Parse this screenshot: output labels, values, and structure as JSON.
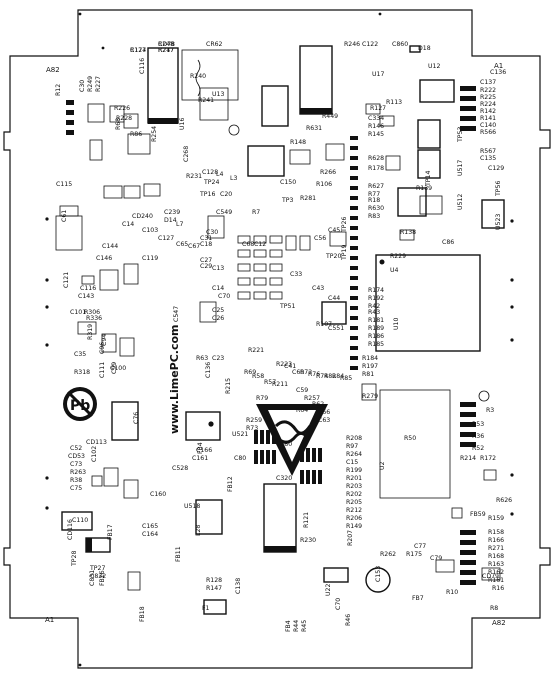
{
  "board": {
    "corner_labels": {
      "top_left": "A82",
      "top_right": "A1",
      "bottom_left": "A1",
      "bottom_right": "A82"
    },
    "url": "www.LimePC.com",
    "logo_text": "Pb"
  },
  "components": [
    {
      "ref": "C124",
      "kind": "label"
    },
    {
      "ref": "R248",
      "kind": "label"
    },
    {
      "ref": "R247",
      "kind": "label"
    },
    {
      "ref": "CR62",
      "kind": "label"
    },
    {
      "ref": "C116",
      "kind": "label"
    },
    {
      "ref": "R246",
      "kind": "label"
    },
    {
      "ref": "C122",
      "kind": "label"
    },
    {
      "ref": "C860",
      "kind": "label"
    },
    {
      "ref": "D18",
      "kind": "label"
    },
    {
      "ref": "U17",
      "kind": "label"
    },
    {
      "ref": "U12",
      "kind": "label"
    },
    {
      "ref": "C136",
      "kind": "label"
    },
    {
      "ref": "C137",
      "kind": "label"
    },
    {
      "ref": "R222",
      "kind": "label"
    },
    {
      "ref": "R225",
      "kind": "label"
    },
    {
      "ref": "R224",
      "kind": "label"
    },
    {
      "ref": "R142",
      "kind": "label"
    },
    {
      "ref": "R141",
      "kind": "label"
    },
    {
      "ref": "C140",
      "kind": "label"
    },
    {
      "ref": "R566",
      "kind": "label"
    },
    {
      "ref": "C129",
      "kind": "label"
    },
    {
      "ref": "C135",
      "kind": "label"
    },
    {
      "ref": "R567",
      "kind": "label"
    },
    {
      "ref": "TP56",
      "kind": "label"
    },
    {
      "ref": "U523",
      "kind": "label"
    },
    {
      "ref": "TP53",
      "kind": "label"
    },
    {
      "ref": "U517",
      "kind": "label"
    },
    {
      "ref": "U512",
      "kind": "label"
    },
    {
      "ref": "TP14",
      "kind": "label"
    },
    {
      "ref": "R139",
      "kind": "label"
    },
    {
      "ref": "R138",
      "kind": "label"
    },
    {
      "ref": "C86",
      "kind": "label"
    },
    {
      "ref": "U4",
      "kind": "label"
    },
    {
      "ref": "U10",
      "kind": "label"
    },
    {
      "ref": "R3",
      "kind": "label"
    },
    {
      "ref": "R53",
      "kind": "label"
    },
    {
      "ref": "R36",
      "kind": "label"
    },
    {
      "ref": "R52",
      "kind": "label"
    },
    {
      "ref": "R214",
      "kind": "label"
    },
    {
      "ref": "R172",
      "kind": "label"
    },
    {
      "ref": "R626",
      "kind": "label"
    },
    {
      "ref": "FB59",
      "kind": "label"
    },
    {
      "ref": "R159",
      "kind": "label"
    },
    {
      "ref": "R158",
      "kind": "label"
    },
    {
      "ref": "R166",
      "kind": "label"
    },
    {
      "ref": "R271",
      "kind": "label"
    },
    {
      "ref": "R168",
      "kind": "label"
    },
    {
      "ref": "R163",
      "kind": "label"
    },
    {
      "ref": "R162",
      "kind": "label"
    },
    {
      "ref": "R161",
      "kind": "label"
    },
    {
      "ref": "R16",
      "kind": "label"
    },
    {
      "ref": "R8",
      "kind": "label"
    },
    {
      "ref": "C153",
      "kind": "label"
    },
    {
      "ref": "FB7",
      "kind": "label"
    },
    {
      "ref": "R10",
      "kind": "label"
    },
    {
      "ref": "CD79",
      "kind": "label"
    },
    {
      "ref": "R262",
      "kind": "label"
    },
    {
      "ref": "C79",
      "kind": "label"
    },
    {
      "ref": "R50",
      "kind": "label"
    },
    {
      "ref": "U2",
      "kind": "label"
    },
    {
      "ref": "R208",
      "kind": "label"
    },
    {
      "ref": "R97",
      "kind": "label"
    },
    {
      "ref": "R264",
      "kind": "label"
    },
    {
      "ref": "C15",
      "kind": "label"
    },
    {
      "ref": "R199",
      "kind": "label"
    },
    {
      "ref": "R201",
      "kind": "label"
    },
    {
      "ref": "R203",
      "kind": "label"
    },
    {
      "ref": "R202",
      "kind": "label"
    },
    {
      "ref": "R205",
      "kind": "label"
    },
    {
      "ref": "R212",
      "kind": "label"
    },
    {
      "ref": "R206",
      "kind": "label"
    },
    {
      "ref": "R149",
      "kind": "label"
    },
    {
      "ref": "R207",
      "kind": "label"
    },
    {
      "ref": "R121",
      "kind": "label"
    },
    {
      "ref": "R230",
      "kind": "label"
    },
    {
      "ref": "C320",
      "kind": "label"
    },
    {
      "ref": "C80",
      "kind": "label"
    },
    {
      "ref": "FB12",
      "kind": "label"
    },
    {
      "ref": "U518",
      "kind": "label"
    },
    {
      "ref": "C528",
      "kind": "label"
    },
    {
      "ref": "C161",
      "kind": "label"
    },
    {
      "ref": "C166",
      "kind": "label"
    },
    {
      "ref": "C160",
      "kind": "label"
    },
    {
      "ref": "C165",
      "kind": "label"
    },
    {
      "ref": "C164",
      "kind": "label"
    },
    {
      "ref": "L28",
      "kind": "label"
    },
    {
      "ref": "FB11",
      "kind": "label"
    },
    {
      "ref": "R128",
      "kind": "label"
    },
    {
      "ref": "R147",
      "kind": "label"
    },
    {
      "ref": "F1",
      "kind": "label"
    },
    {
      "ref": "FB18",
      "kind": "label"
    },
    {
      "ref": "C138",
      "kind": "label"
    },
    {
      "ref": "U22",
      "kind": "label"
    },
    {
      "ref": "C70",
      "kind": "label"
    },
    {
      "ref": "FB4",
      "kind": "label"
    },
    {
      "ref": "R44",
      "kind": "label"
    },
    {
      "ref": "R45",
      "kind": "label"
    },
    {
      "ref": "R46",
      "kind": "label"
    },
    {
      "ref": "C110",
      "kind": "label"
    },
    {
      "ref": "CD116",
      "kind": "label"
    },
    {
      "ref": "TP28",
      "kind": "label"
    },
    {
      "ref": "TP27",
      "kind": "label"
    },
    {
      "ref": "C832",
      "kind": "label"
    },
    {
      "ref": "C831",
      "kind": "label"
    },
    {
      "ref": "FB16",
      "kind": "label"
    },
    {
      "ref": "FB17",
      "kind": "label"
    },
    {
      "ref": "C102",
      "kind": "label"
    },
    {
      "ref": "CD113",
      "kind": "label"
    },
    {
      "ref": "C52",
      "kind": "label"
    },
    {
      "ref": "CD53",
      "kind": "label"
    },
    {
      "ref": "C73",
      "kind": "label"
    },
    {
      "ref": "R263",
      "kind": "label"
    },
    {
      "ref": "R38",
      "kind": "label"
    },
    {
      "ref": "C75",
      "kind": "label"
    },
    {
      "ref": "C76",
      "kind": "label"
    },
    {
      "ref": "FB4",
      "kind": "label"
    },
    {
      "ref": "U521",
      "kind": "label"
    },
    {
      "ref": "R259",
      "kind": "label"
    },
    {
      "ref": "R73",
      "kind": "label"
    },
    {
      "ref": "R63",
      "kind": "label"
    },
    {
      "ref": "C23",
      "kind": "label"
    },
    {
      "ref": "C35",
      "kind": "label"
    },
    {
      "ref": "R318",
      "kind": "label"
    },
    {
      "ref": "R319",
      "kind": "label"
    },
    {
      "ref": "C94",
      "kind": "label"
    },
    {
      "ref": "C96",
      "kind": "label"
    },
    {
      "ref": "C111",
      "kind": "label"
    },
    {
      "ref": "C100",
      "kind": "label"
    },
    {
      "ref": "C99",
      "kind": "label"
    },
    {
      "ref": "C101",
      "kind": "label"
    },
    {
      "ref": "R306",
      "kind": "label"
    },
    {
      "ref": "C116",
      "kind": "label"
    },
    {
      "ref": "C143",
      "kind": "label"
    },
    {
      "ref": "C121",
      "kind": "label"
    },
    {
      "ref": "R336",
      "kind": "label"
    },
    {
      "ref": "C14",
      "kind": "label"
    },
    {
      "ref": "C144",
      "kind": "label"
    },
    {
      "ref": "C146",
      "kind": "label"
    },
    {
      "ref": "C103",
      "kind": "label"
    },
    {
      "ref": "C119",
      "kind": "label"
    },
    {
      "ref": "C127",
      "kind": "label"
    },
    {
      "ref": "C65",
      "kind": "label"
    },
    {
      "ref": "C67",
      "kind": "label"
    },
    {
      "ref": "C61",
      "kind": "label"
    },
    {
      "ref": "C115",
      "kind": "label"
    },
    {
      "ref": "CD240",
      "kind": "label"
    },
    {
      "ref": "C239",
      "kind": "label"
    },
    {
      "ref": "D14",
      "kind": "label"
    },
    {
      "ref": "L7",
      "kind": "label"
    },
    {
      "ref": "C30",
      "kind": "label"
    },
    {
      "ref": "C31",
      "kind": "label"
    },
    {
      "ref": "C18",
      "kind": "label"
    },
    {
      "ref": "C27",
      "kind": "label"
    },
    {
      "ref": "C29",
      "kind": "label"
    },
    {
      "ref": "C68",
      "kind": "label"
    },
    {
      "ref": "C12",
      "kind": "label"
    },
    {
      "ref": "C13",
      "kind": "label"
    },
    {
      "ref": "C14",
      "kind": "label"
    },
    {
      "ref": "C70",
      "kind": "label"
    },
    {
      "ref": "C25",
      "kind": "label"
    },
    {
      "ref": "C26",
      "kind": "label"
    },
    {
      "ref": "C33",
      "kind": "label"
    },
    {
      "ref": "C43",
      "kind": "label"
    },
    {
      "ref": "C44",
      "kind": "label"
    },
    {
      "ref": "C551",
      "kind": "label"
    },
    {
      "ref": "C45",
      "kind": "label"
    },
    {
      "ref": "C56",
      "kind": "label"
    },
    {
      "ref": "TP20",
      "kind": "label"
    },
    {
      "ref": "TP19",
      "kind": "label"
    },
    {
      "ref": "TP26",
      "kind": "label"
    },
    {
      "ref": "TP51",
      "kind": "label"
    },
    {
      "ref": "TP3",
      "kind": "label"
    },
    {
      "ref": "R107",
      "kind": "label"
    },
    {
      "ref": "C547",
      "kind": "label"
    },
    {
      "ref": "C549",
      "kind": "label"
    },
    {
      "ref": "R628",
      "kind": "label"
    },
    {
      "ref": "R178",
      "kind": "label"
    },
    {
      "ref": "R627",
      "kind": "label"
    },
    {
      "ref": "R77",
      "kind": "label"
    },
    {
      "ref": "R18",
      "kind": "label"
    },
    {
      "ref": "R630",
      "kind": "label"
    },
    {
      "ref": "R83",
      "kind": "label"
    },
    {
      "ref": "R106",
      "kind": "label"
    },
    {
      "ref": "R266",
      "kind": "label"
    },
    {
      "ref": "R631",
      "kind": "label"
    },
    {
      "ref": "R449",
      "kind": "label"
    },
    {
      "ref": "C334",
      "kind": "label"
    },
    {
      "ref": "R146",
      "kind": "label"
    },
    {
      "ref": "R145",
      "kind": "label"
    },
    {
      "ref": "R148",
      "kind": "label"
    },
    {
      "ref": "R113",
      "kind": "label"
    },
    {
      "ref": "R127",
      "kind": "label"
    },
    {
      "ref": "R240",
      "kind": "label"
    },
    {
      "ref": "R241",
      "kind": "label"
    },
    {
      "ref": "U13",
      "kind": "label"
    },
    {
      "ref": "U16",
      "kind": "label"
    },
    {
      "ref": "L3",
      "kind": "label"
    },
    {
      "ref": "L4",
      "kind": "label"
    },
    {
      "ref": "R231",
      "kind": "label"
    },
    {
      "ref": "TP16",
      "kind": "label"
    },
    {
      "ref": "C20",
      "kind": "label"
    },
    {
      "ref": "R7",
      "kind": "label"
    },
    {
      "ref": "R12",
      "kind": "label"
    },
    {
      "ref": "C30",
      "kind": "label"
    },
    {
      "ref": "R249",
      "kind": "label"
    },
    {
      "ref": "R227",
      "kind": "label"
    },
    {
      "ref": "R226",
      "kind": "label"
    },
    {
      "ref": "R228",
      "kind": "label"
    },
    {
      "ref": "R68",
      "kind": "label"
    },
    {
      "ref": "R86",
      "kind": "label"
    },
    {
      "ref": "R254",
      "kind": "label"
    },
    {
      "ref": "C268",
      "kind": "label"
    },
    {
      "ref": "C128",
      "kind": "label"
    },
    {
      "ref": "TP24",
      "kind": "label"
    },
    {
      "ref": "C150",
      "kind": "label"
    },
    {
      "ref": "R281",
      "kind": "label"
    },
    {
      "ref": "R221",
      "kind": "label"
    },
    {
      "ref": "R223",
      "kind": "label"
    },
    {
      "ref": "C41",
      "kind": "label"
    },
    {
      "ref": "C60",
      "kind": "label"
    },
    {
      "ref": "R72",
      "kind": "label"
    },
    {
      "ref": "R76",
      "kind": "label"
    },
    {
      "ref": "R74",
      "kind": "label"
    },
    {
      "ref": "R82",
      "kind": "label"
    },
    {
      "ref": "R84",
      "kind": "label"
    },
    {
      "ref": "R85",
      "kind": "label"
    },
    {
      "ref": "R69",
      "kind": "label"
    },
    {
      "ref": "R58",
      "kind": "label"
    },
    {
      "ref": "R57",
      "kind": "label"
    },
    {
      "ref": "R211",
      "kind": "label"
    },
    {
      "ref": "R215",
      "kind": "label"
    },
    {
      "ref": "C136",
      "kind": "label"
    },
    {
      "ref": "R279",
      "kind": "label"
    },
    {
      "ref": "R229",
      "kind": "label"
    },
    {
      "ref": "R174",
      "kind": "label"
    },
    {
      "ref": "R192",
      "kind": "label"
    },
    {
      "ref": "R42",
      "kind": "label"
    },
    {
      "ref": "R43",
      "kind": "label"
    },
    {
      "ref": "R181",
      "kind": "label"
    },
    {
      "ref": "R189",
      "kind": "label"
    },
    {
      "ref": "R186",
      "kind": "label"
    },
    {
      "ref": "R185",
      "kind": "label"
    },
    {
      "ref": "R184",
      "kind": "label"
    },
    {
      "ref": "R197",
      "kind": "label"
    },
    {
      "ref": "R81",
      "kind": "label"
    },
    {
      "ref": "R80",
      "kind": "label"
    },
    {
      "ref": "R79",
      "kind": "label"
    },
    {
      "ref": "C59",
      "kind": "label"
    },
    {
      "ref": "R257",
      "kind": "label"
    },
    {
      "ref": "R62",
      "kind": "label"
    },
    {
      "ref": "R64",
      "kind": "label"
    },
    {
      "ref": "R66",
      "kind": "label"
    },
    {
      "ref": "C63",
      "kind": "label"
    },
    {
      "ref": "C77",
      "kind": "label"
    },
    {
      "ref": "R175",
      "kind": "label"
    },
    {
      "ref": "R177",
      "kind": "label"
    },
    {
      "ref": "CD78",
      "kind": "label"
    },
    {
      "ref": "R217",
      "kind": "label"
    }
  ]
}
